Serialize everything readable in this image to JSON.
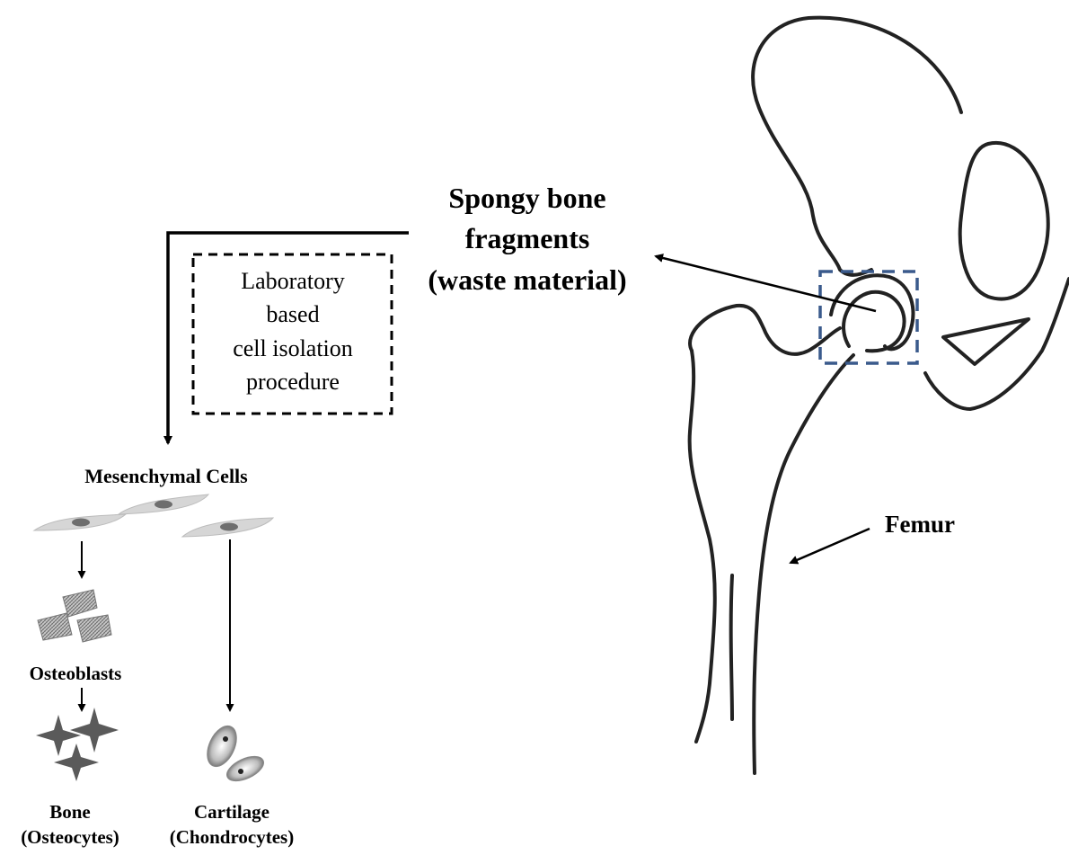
{
  "labels": {
    "harvest_line1": "Spongy bone",
    "harvest_line2": "fragments",
    "harvest_line3": "(waste material)",
    "procedure_line1": "Laboratory",
    "procedure_line2": "based",
    "procedure_line3": "cell isolation",
    "procedure_line4": "procedure",
    "mesenchymal": "Mesenchymal Cells",
    "osteoblasts": "Osteoblasts",
    "bone_line1": "Bone",
    "bone_line2": "(Osteocytes)",
    "cartilage_line1": "Cartilage",
    "cartilage_line2": "(Chondrocytes)",
    "femur": "Femur"
  },
  "colors": {
    "outline": "#222222",
    "highlight_box": "#3a5a8c",
    "cell_fill": "#d6d6d6",
    "nucleus": "#6e6e6e",
    "star": "#5a5a5a"
  }
}
